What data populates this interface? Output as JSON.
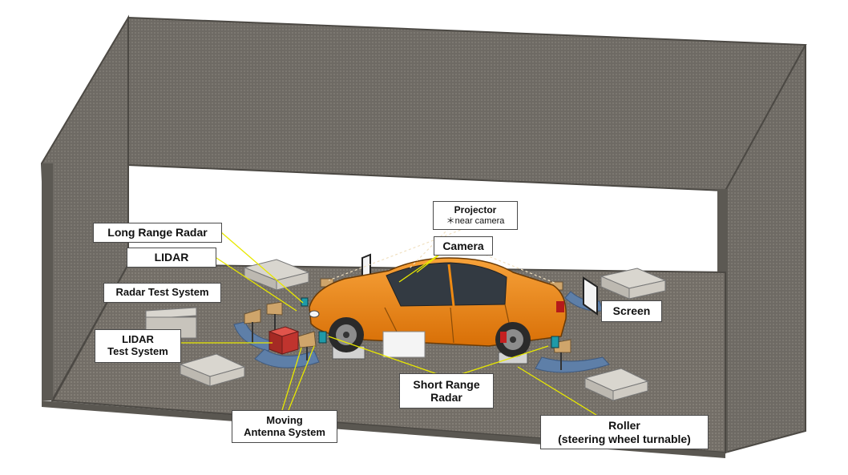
{
  "labels": {
    "projector": {
      "title": "Projector",
      "note": "＊near camera"
    },
    "long_range_radar": "Long Range Radar",
    "lidar": "LIDAR",
    "camera": "Camera",
    "radar_test_system": "Radar Test System",
    "screen": "Screen",
    "lidar_test_system": {
      "line1": "LIDAR",
      "line2": "Test System"
    },
    "short_range_radar": {
      "line1": "Short Range",
      "line2": "Radar"
    },
    "moving_antenna_system": {
      "line1": "Moving",
      "line2": "Antenna System"
    },
    "roller": {
      "line1": "Roller",
      "line2": "(steering wheel turnable)"
    }
  },
  "colors": {
    "wall": "#6e6a64",
    "wall_dark": "#57544f",
    "floor": "#7a756e",
    "car_body": "#f08a12",
    "car_shade": "#c96a06",
    "arc_blue": "#5e7fa8",
    "leader_line": "#e8e800",
    "radar_box": "#c0342e"
  }
}
